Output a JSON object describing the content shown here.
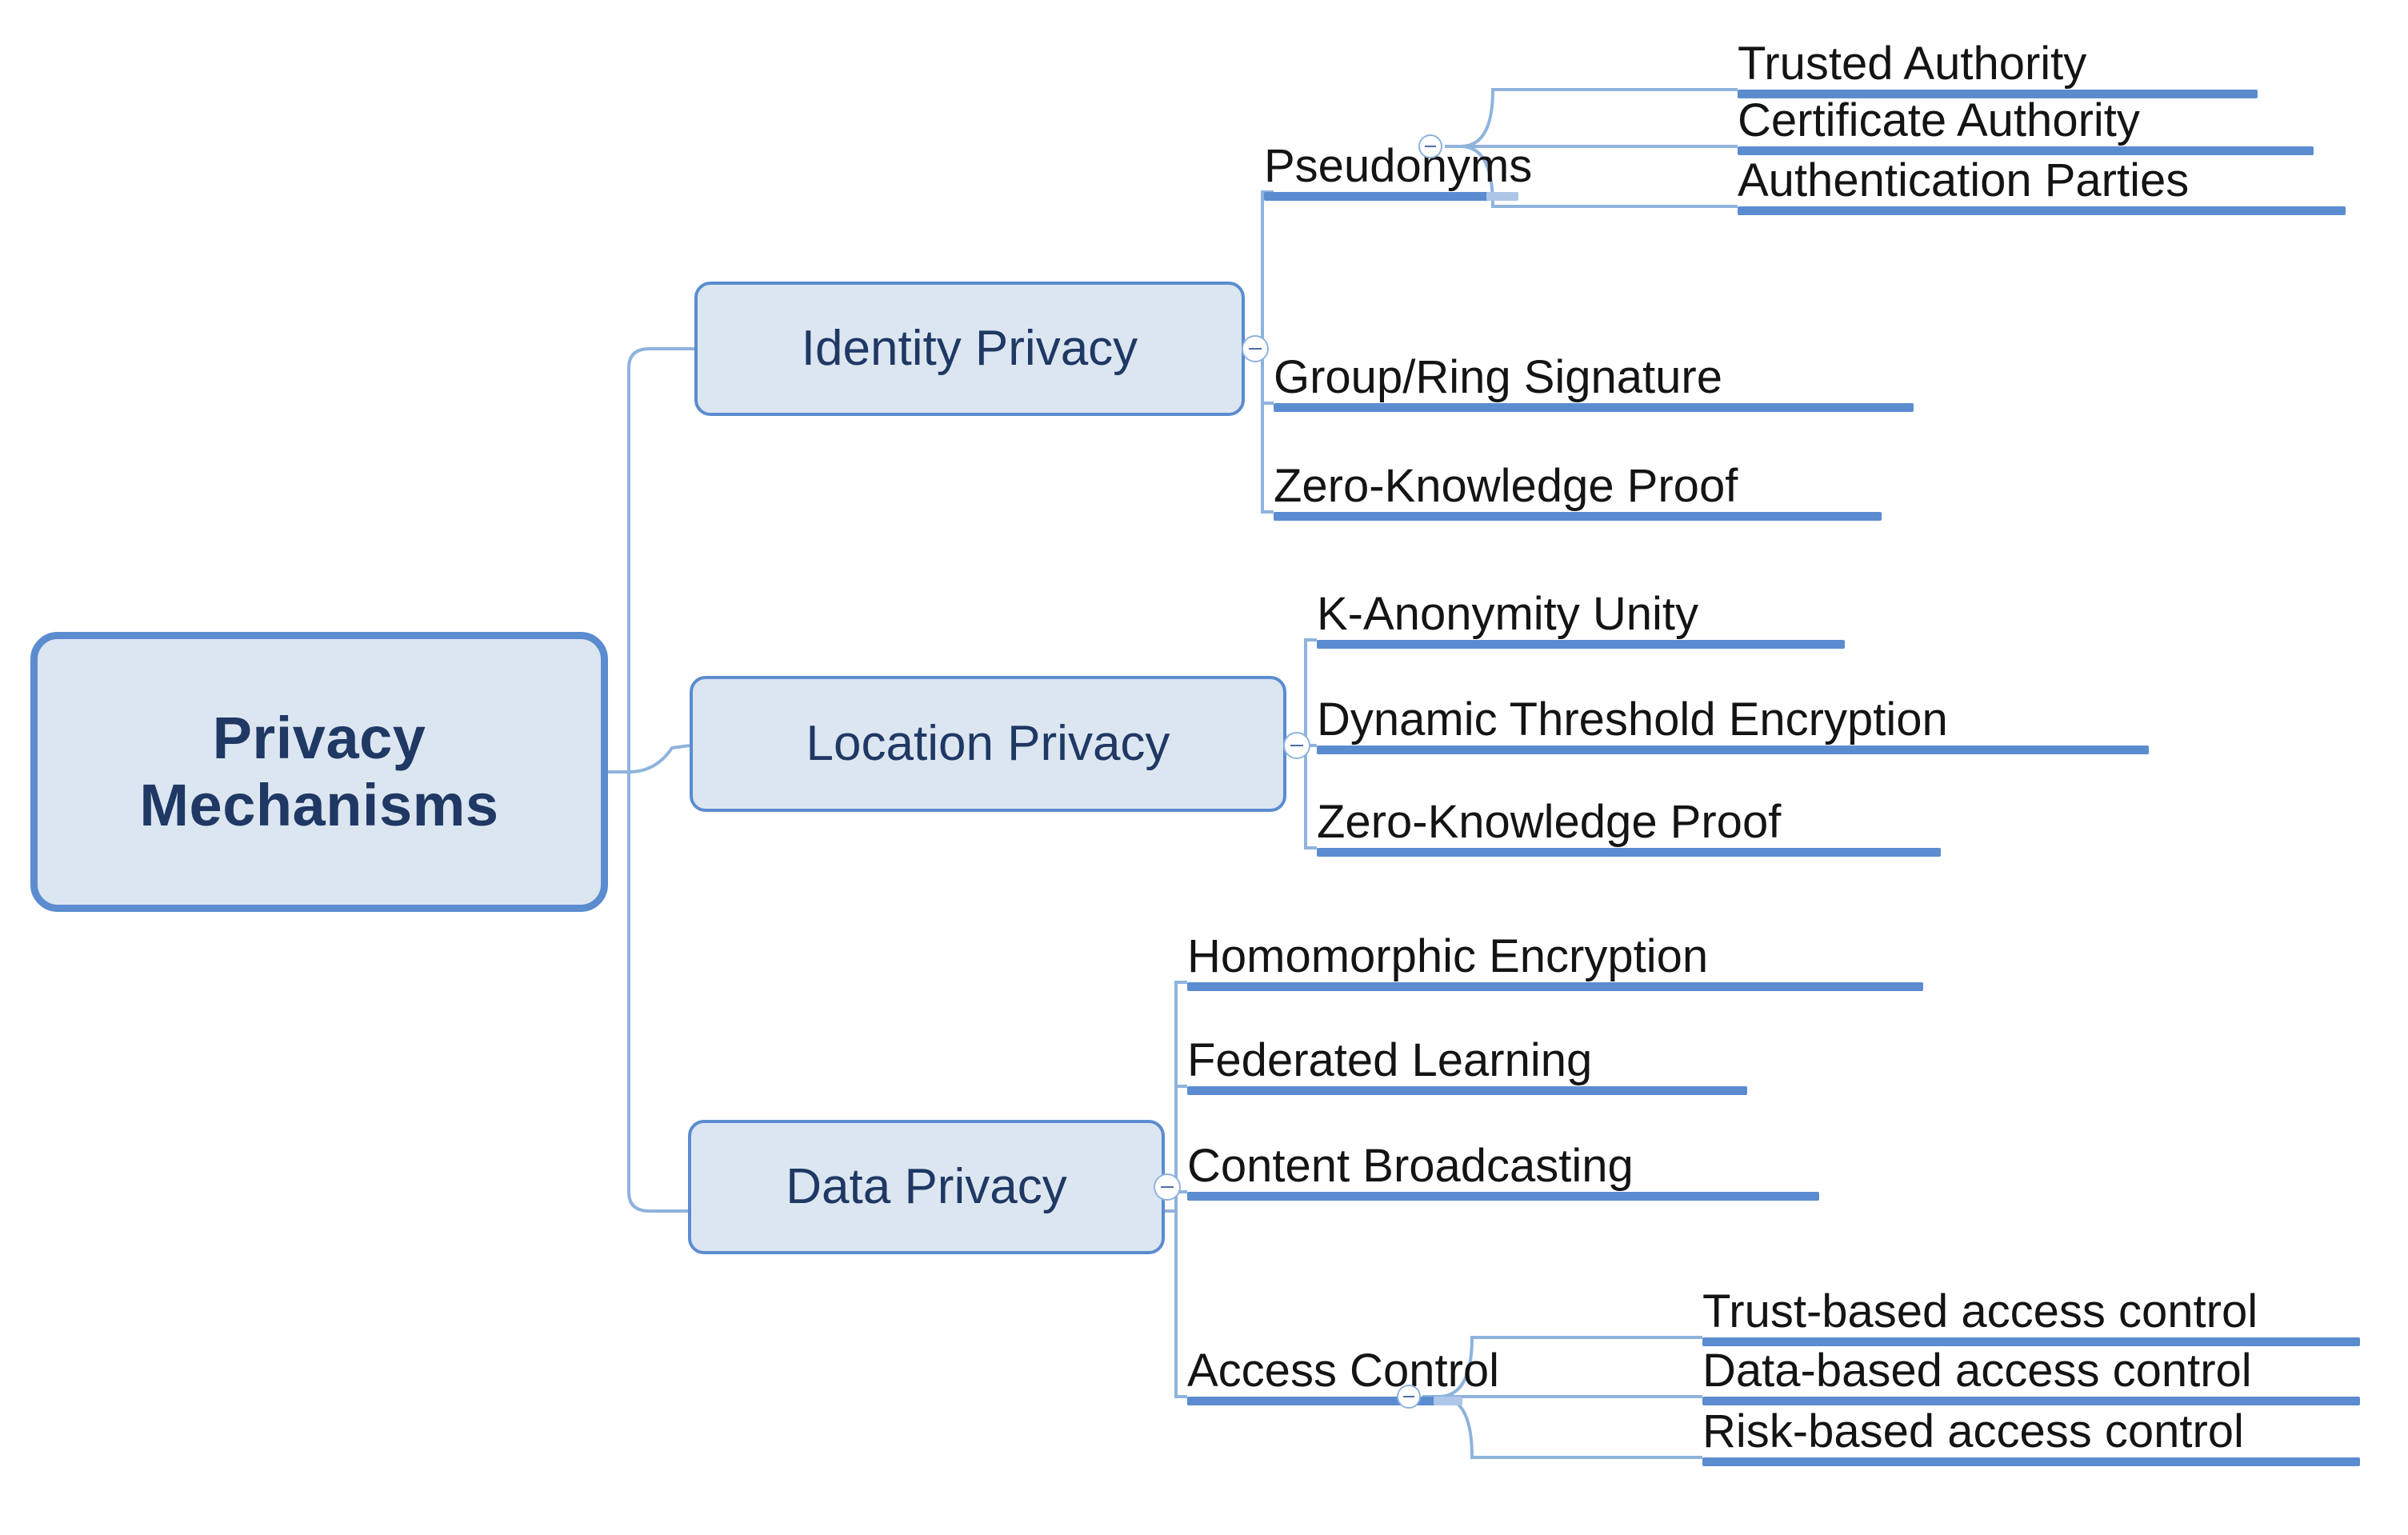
{
  "diagram": {
    "type": "mind-map",
    "title": "Privacy Mechanisms",
    "root": {
      "label": "Privacy\nMechanisms"
    },
    "colors": {
      "node_fill": "#DCE6F1",
      "node_border": "#5B8CCF",
      "root_text": "#1F3864",
      "branch_text": "#1F3864",
      "leaf_text": "#141414",
      "underline_bar": "#5B8CCF",
      "connector": "#8FB3DC",
      "background": "#FFFFFF"
    },
    "branches": [
      {
        "id": "identity-privacy",
        "label": "Identity Privacy",
        "collapse_icon": "minus-circle-icon",
        "children": [
          {
            "id": "pseudonyms",
            "label": "Pseudonyms",
            "collapse_icon": "minus-circle-icon",
            "children": [
              {
                "id": "trusted-authority",
                "label": "Trusted Authority"
              },
              {
                "id": "certificate-authority",
                "label": "Certificate Authority"
              },
              {
                "id": "authentication-parties",
                "label": "Authentication Parties"
              }
            ]
          },
          {
            "id": "group-ring-signature",
            "label": "Group/Ring Signature",
            "children": []
          },
          {
            "id": "identity-zero-knowledge-proof",
            "label": "Zero-Knowledge Proof",
            "children": []
          }
        ]
      },
      {
        "id": "location-privacy",
        "label": "Location Privacy",
        "collapse_icon": "minus-circle-icon",
        "children": [
          {
            "id": "k-anonymity-unity",
            "label": "K-Anonymity Unity",
            "children": []
          },
          {
            "id": "dynamic-threshold-encryption",
            "label": "Dynamic Threshold Encryption",
            "children": []
          },
          {
            "id": "location-zero-knowledge-proof",
            "label": "Zero-Knowledge Proof",
            "children": []
          }
        ]
      },
      {
        "id": "data-privacy",
        "label": "Data Privacy",
        "collapse_icon": "minus-circle-icon",
        "children": [
          {
            "id": "homomorphic-encryption",
            "label": "Homomorphic Encryption",
            "children": []
          },
          {
            "id": "federated-learning",
            "label": "Federated Learning",
            "children": []
          },
          {
            "id": "content-broadcasting",
            "label": "Content Broadcasting",
            "children": []
          },
          {
            "id": "access-control",
            "label": "Access Control",
            "collapse_icon": "minus-circle-icon",
            "children": [
              {
                "id": "trust-based-access-control",
                "label": "Trust-based access control"
              },
              {
                "id": "data-based-access-control",
                "label": "Data-based access control"
              },
              {
                "id": "risk-based-access-control",
                "label": "Risk-based access control"
              }
            ]
          }
        ]
      }
    ]
  }
}
